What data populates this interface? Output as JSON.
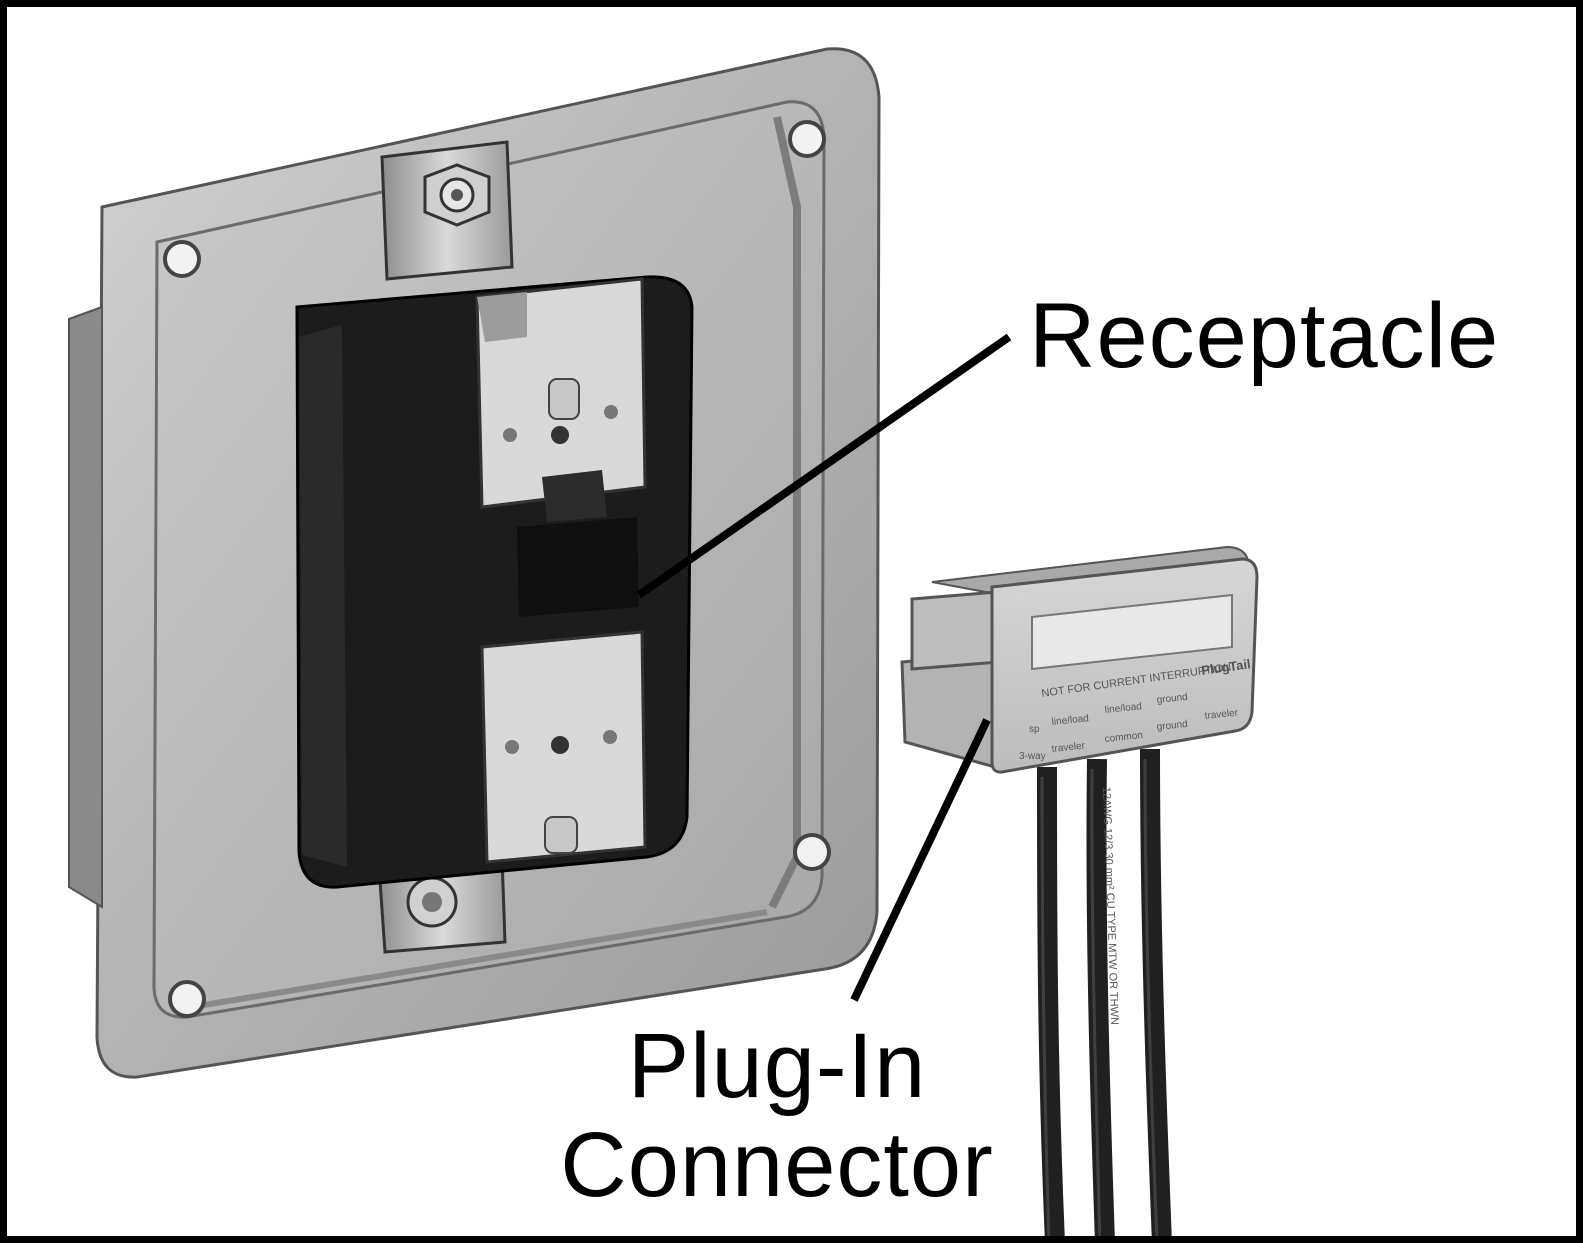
{
  "callouts": {
    "receptacle": "Receptacle",
    "plug_in_line1": "Plug-In",
    "plug_in_line2": "Connector"
  },
  "connector_markings": {
    "header": "NOT FOR CURRENT INTERRUPTION",
    "brand": "PlugTail",
    "sp": "sp",
    "three_way": "3-way",
    "line_load_1": "line/load",
    "line_load_2": "line/load",
    "traveler_1": "traveler",
    "common": "common",
    "ground_1": "ground",
    "ground_2": "ground",
    "traveler_2": "traveler"
  },
  "wire_marking": "12AWG 12/3 30 mm² CU TYPE MTW OR THWN",
  "colors": {
    "frame": "#000000",
    "background": "#ffffff",
    "metal": "#b9b9b9",
    "receptacle_body": "#1c1c1c",
    "connector": "#c8c8c8",
    "wire": "#202020"
  }
}
